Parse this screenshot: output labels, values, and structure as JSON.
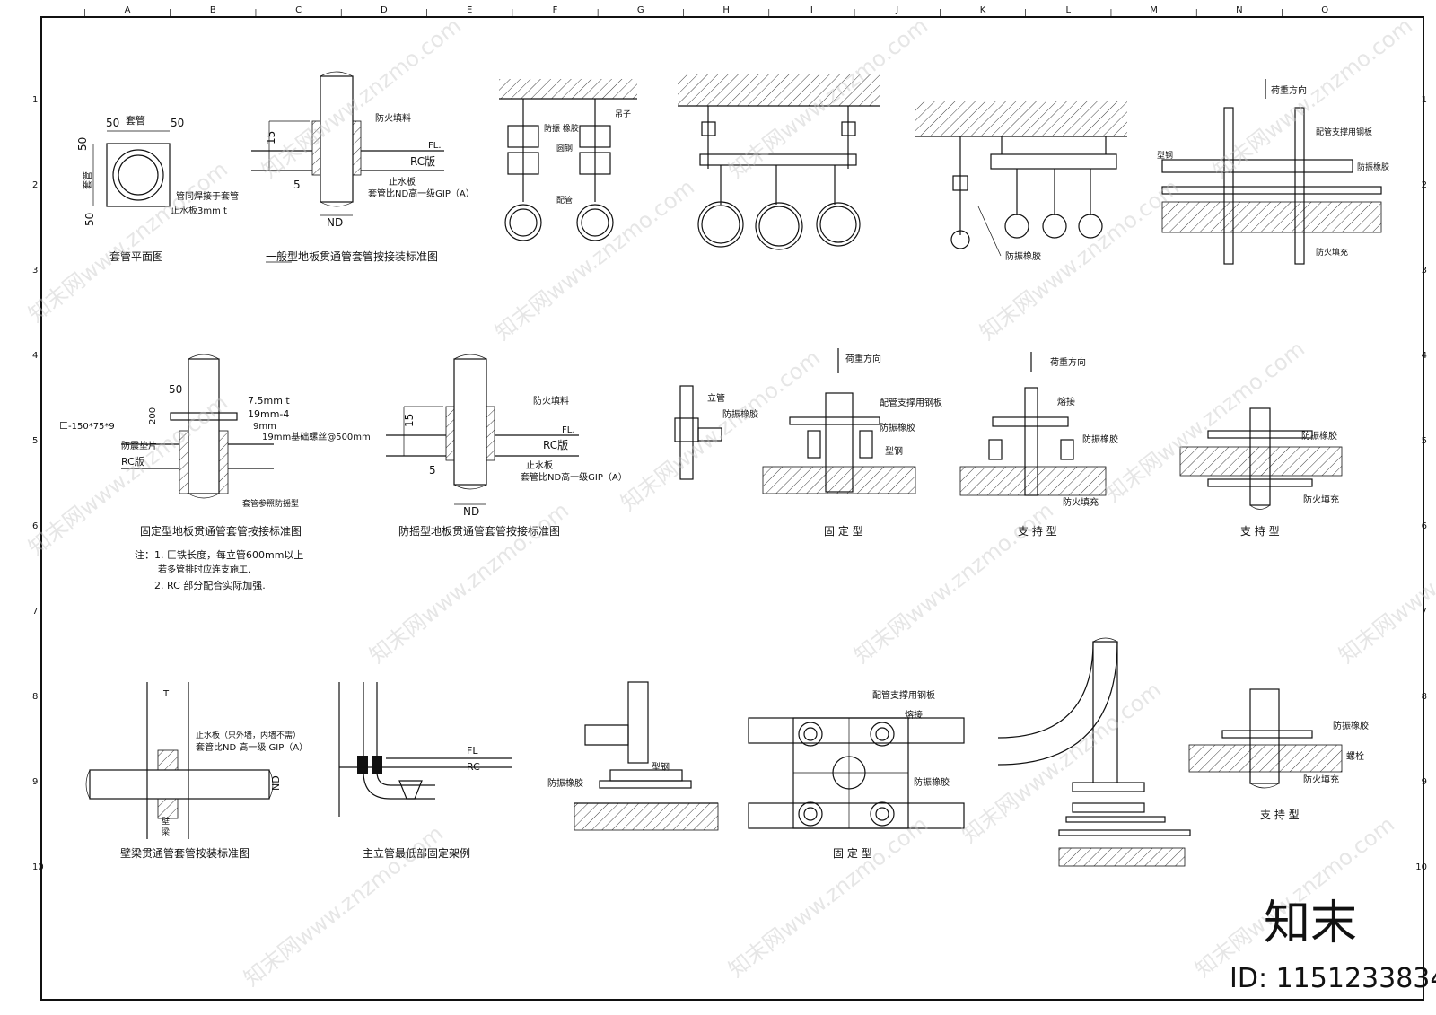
{
  "grid": {
    "columns": [
      "A",
      "B",
      "C",
      "D",
      "E",
      "F",
      "G",
      "H",
      "I",
      "J",
      "K",
      "L",
      "M",
      "N",
      "O"
    ],
    "rows": [
      "1",
      "2",
      "3",
      "4",
      "5",
      "6",
      "7",
      "8",
      "9",
      "10"
    ]
  },
  "details": {
    "sleeve_plan": {
      "title": "套管平面图",
      "label_sleeve_top": "套管",
      "label_sleeve_side": "套管",
      "dim_top_left": "50",
      "dim_top_right": "50",
      "dim_left_top": "50",
      "dim_left_bottom": "50",
      "note_1": "管同焊接于套管",
      "note_2": "止水板3mm t"
    },
    "general_floor": {
      "title": "一般型地板贯通管套管按接装标准图",
      "fire_fill": "防火填料",
      "fl": "FL.",
      "rc": "RC版",
      "stop_plate": "止水板",
      "sleeve_note": "套管比ND高一级GIP（A）",
      "dim_15": "15",
      "dim_5": "5",
      "nd": "ND"
    },
    "hanger_a": {
      "sling": "吊子",
      "anti_vib": "防振\n橡胶",
      "round_steel": "圆钢",
      "pipe": "配管"
    },
    "hanger_c": {
      "anti_vib": "防振橡胶"
    },
    "support_top": {
      "load_dir": "荷重方向",
      "plate": "配管支撑用钢板",
      "steel": "型钢",
      "anti_vib": "防振橡胶",
      "fire_fill": "防火填充"
    },
    "fixed_floor": {
      "title": "固定型地板贯通管套管按接标准图",
      "c_channel": "匚-150*75*9",
      "dim_50": "50",
      "dim_200": "200",
      "t75": "7.5mm  t",
      "d19_4": "19mm-4",
      "d9": "9mm",
      "d19_bolt": "19mm基础螺丝@500mm",
      "anti_quake": "防震垫片",
      "rc": "RC版",
      "sleeve_ref": "套管参照防摇型",
      "note_head": "注：1. 匚铁长度，每立管600mm以上",
      "note_1b": "若多管排时应连支施工.",
      "note_2": "2. RC 部分配合实际加强."
    },
    "anti_sway_floor": {
      "title": "防摇型地板贯通管套管按接标准图",
      "fire_fill": "防火填料",
      "fl": "FL.",
      "rc": "RC版",
      "stop_plate": "止水板",
      "sleeve_note": "套管比ND高一级GIP（A）",
      "dim_15": "15",
      "dim_5": "5",
      "nd": "ND"
    },
    "riser_clip": {
      "riser": "立管",
      "anti_vib": "防振橡胶"
    },
    "fixed_mid": {
      "title": "固 定 型",
      "load_dir": "荷重方向",
      "plate": "配管支撑用钢板",
      "anti_vib": "防振橡胶",
      "steel": "型钢"
    },
    "support_mid": {
      "title": "支 持 型",
      "load_dir": "荷重方向",
      "weld": "熔接",
      "anti_vib": "防振橡胶",
      "fire_fill": "防火填充"
    },
    "support_right": {
      "title": "支 持 型",
      "anti_vib": "防振橡胶",
      "fire_fill": "防火填充"
    },
    "wall_beam": {
      "title": "壁梁贯通管套管按装标准图",
      "t": "T",
      "stop_plate": "止水板（只外墙，内墙不需）",
      "sleeve_note": "套管比ND 高一级 GIP（A）",
      "nd": "ND",
      "wall": "壁",
      "beam": "梁"
    },
    "main_riser_low": {
      "title": "主立管最低部固定架例",
      "fl": "FL",
      "rc": "RC"
    },
    "base_support": {
      "steel": "型钢",
      "anti_vib": "防振橡胶"
    },
    "fixed_bottom": {
      "title": "固 定 型",
      "plate": "配管支撑用钢板",
      "weld": "熔接",
      "anti_vib": "防振橡胶"
    },
    "support_bottom": {
      "title": "支 持 型",
      "anti_vib": "防振橡胶",
      "bolt": "螺栓",
      "fire_fill": "防火填充"
    }
  },
  "watermark": {
    "text": "知末网www.znzmo.com",
    "logo": "知末",
    "id": "ID: 1151233834"
  }
}
